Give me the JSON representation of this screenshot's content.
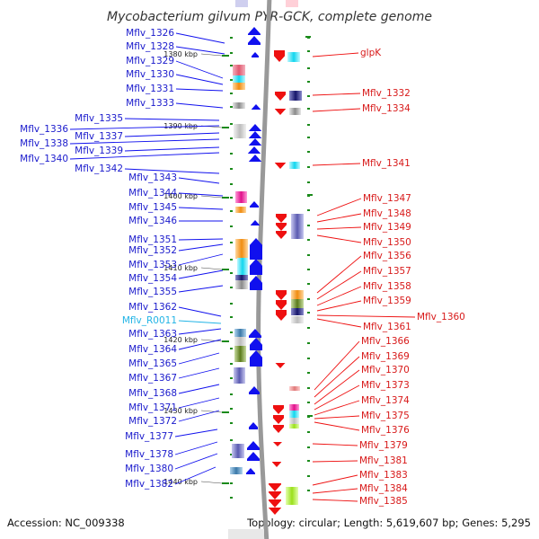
{
  "title": "Mycobacterium gilvum PYR-GCK, complete genome",
  "footer": {
    "accession": "Accession: NC_009338",
    "topology": "Topology: circular; Length: 5,619,607 bp; Genes: 5,295"
  },
  "colors": {
    "forward": "#1010ee",
    "reverse": "#ee1010",
    "rna_label": "#22b4e6",
    "backbone": "#999999",
    "tick": "#1a8a1a"
  },
  "scale_marks": [
    "1380 kbp",
    "1390 kbp",
    "1400 kbp",
    "1410 kbp",
    "1420 kbp",
    "1430 kbp",
    "1440 kbp"
  ],
  "left_genes": [
    {
      "label": "Mflv_1326"
    },
    {
      "label": "Mflv_1328"
    },
    {
      "label": "Mflv_1329"
    },
    {
      "label": "Mflv_1330"
    },
    {
      "label": "Mflv_1331"
    },
    {
      "label": "Mflv_1333"
    },
    {
      "label": "Mflv_1335"
    },
    {
      "label": "Mflv_1336"
    },
    {
      "label": "Mflv_1337"
    },
    {
      "label": "Mflv_1338"
    },
    {
      "label": "Mflv_1339"
    },
    {
      "label": "Mflv_1340"
    },
    {
      "label": "Mflv_1342"
    },
    {
      "label": "Mflv_1343"
    },
    {
      "label": "Mflv_1344"
    },
    {
      "label": "Mflv_1345"
    },
    {
      "label": "Mflv_1346"
    },
    {
      "label": "Mflv_1351"
    },
    {
      "label": "Mflv_1352"
    },
    {
      "label": "Mflv_1353"
    },
    {
      "label": "Mflv_1354"
    },
    {
      "label": "Mflv_1355"
    },
    {
      "label": "Mflv_1362"
    },
    {
      "label": "Mflv_R0011"
    },
    {
      "label": "Mflv_1363"
    },
    {
      "label": "Mflv_1364"
    },
    {
      "label": "Mflv_1365"
    },
    {
      "label": "Mflv_1367"
    },
    {
      "label": "Mflv_1368"
    },
    {
      "label": "Mflv_1371"
    },
    {
      "label": "Mflv_1372"
    },
    {
      "label": "Mflv_1377"
    },
    {
      "label": "Mflv_1378"
    },
    {
      "label": "Mflv_1380"
    },
    {
      "label": "Mflv_1382"
    }
  ],
  "right_genes": [
    {
      "label": "glpK"
    },
    {
      "label": "Mflv_1332"
    },
    {
      "label": "Mflv_1334"
    },
    {
      "label": "Mflv_1341"
    },
    {
      "label": "Mflv_1347"
    },
    {
      "label": "Mflv_1348"
    },
    {
      "label": "Mflv_1349"
    },
    {
      "label": "Mflv_1350"
    },
    {
      "label": "Mflv_1356"
    },
    {
      "label": "Mflv_1357"
    },
    {
      "label": "Mflv_1358"
    },
    {
      "label": "Mflv_1359"
    },
    {
      "label": "Mflv_1360"
    },
    {
      "label": "Mflv_1361"
    },
    {
      "label": "Mflv_1366"
    },
    {
      "label": "Mflv_1369"
    },
    {
      "label": "Mflv_1370"
    },
    {
      "label": "Mflv_1373"
    },
    {
      "label": "Mflv_1374"
    },
    {
      "label": "Mflv_1375"
    },
    {
      "label": "Mflv_1376"
    },
    {
      "label": "Mflv_1379"
    },
    {
      "label": "Mflv_1381"
    },
    {
      "label": "Mflv_1383"
    },
    {
      "label": "Mflv_1384"
    },
    {
      "label": "Mflv_1385"
    }
  ]
}
